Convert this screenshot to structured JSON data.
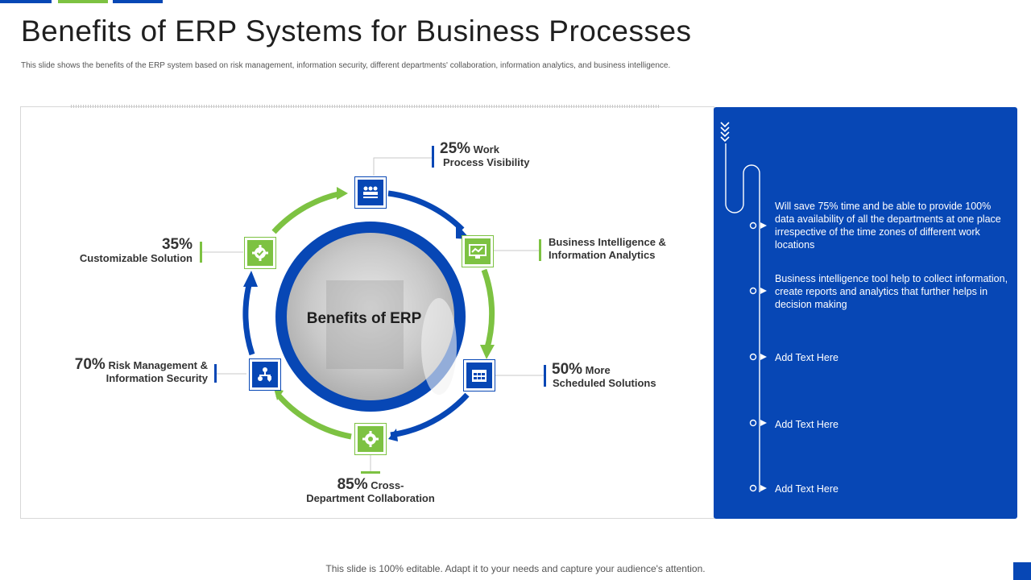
{
  "title": "Benefits of ERP Systems for Business Processes",
  "subtitle": "This slide shows the benefits of the ERP  system based on risk management,  information security, different departments' collaboration, information analytics, and business intelligence.",
  "center_label": "Benefits of ERP",
  "benefits": [
    {
      "percent": "25%",
      "line1": "Work",
      "line2": "Process Visibility",
      "icon": "people-network-icon",
      "color": "blue"
    },
    {
      "percent": "",
      "line1": "Business  Intelligence &",
      "line2": "Information Analytics",
      "icon": "analytics-screen-icon",
      "color": "green"
    },
    {
      "percent": "50%",
      "line1": "More",
      "line2": "Scheduled Solutions",
      "icon": "calendar-grid-icon",
      "color": "blue"
    },
    {
      "percent": "85%",
      "line1": "Cross-",
      "line2": "Department Collaboration",
      "icon": "gear-collaboration-icon",
      "color": "green"
    },
    {
      "percent": "70%",
      "line1": "Risk  Management &",
      "line2": "Information Security",
      "icon": "hierarchy-shield-icon",
      "color": "blue"
    },
    {
      "percent": "35%",
      "line1": "",
      "line2": "Customizable Solution",
      "icon": "gear-check-icon",
      "color": "green"
    }
  ],
  "timeline": [
    "Will save 75% time and be able to provide  100% data availability of all the departments at one place irrespective  of the time zones of different work locations",
    "Business intelligence tool help to collect information,  create reports and analytics that further helps in decision making",
    "Add Text Here",
    "Add Text Here",
    "Add Text Here"
  ],
  "footer": "This slide is 100% editable. Adapt it to your needs and capture your audience's attention.",
  "colors": {
    "blue": "#0747b5",
    "green": "#7dc242"
  }
}
